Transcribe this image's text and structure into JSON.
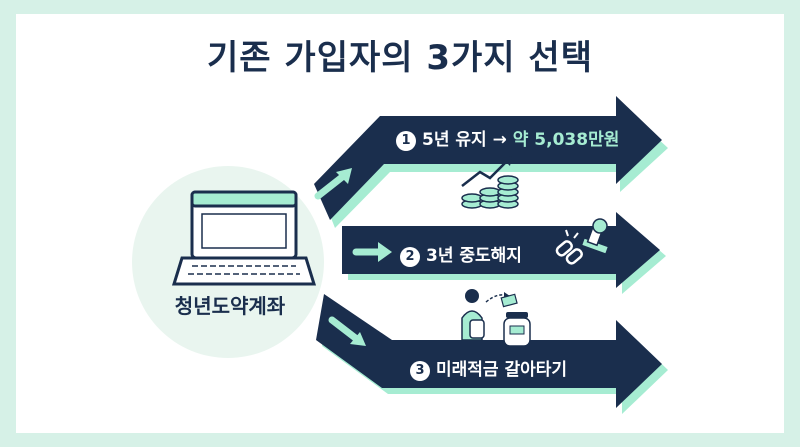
{
  "title": "기존 가입자의 3가지 선택",
  "account": {
    "label": "청년도약계좌"
  },
  "options": [
    {
      "num": "1",
      "text_prefix": "5년 유지 → ",
      "text_highlight": "약 5,038만원"
    },
    {
      "num": "2",
      "text": "3년 중도해지"
    },
    {
      "num": "3",
      "text": "미래적금 갈아타기"
    }
  ],
  "colors": {
    "navy": "#1a2e4d",
    "mint": "#a6ecd2",
    "background": "#d6f1e7",
    "circle": "#e9f5ef"
  },
  "icons": [
    "growth-arrow-icon",
    "coin-stack-icon",
    "broken-chain-icon",
    "stamp-icon",
    "person-with-jar-icon",
    "money-jar-icon"
  ]
}
